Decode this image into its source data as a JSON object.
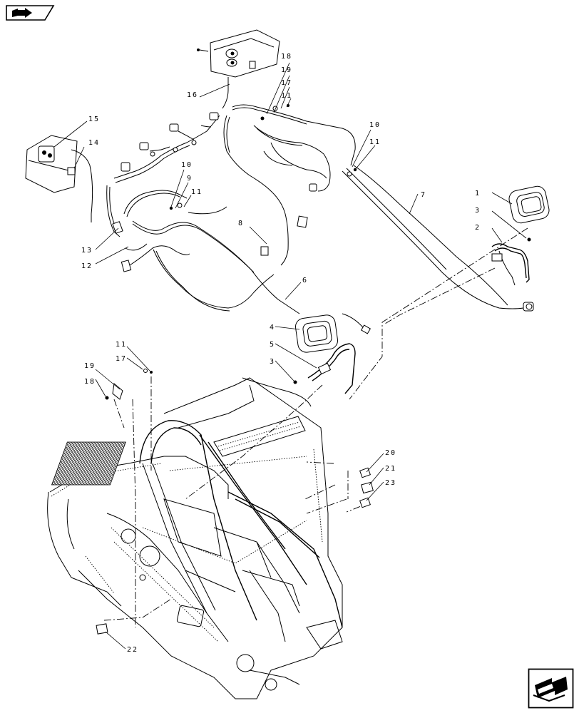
{
  "diagram": {
    "callouts": [
      "1",
      "2",
      "3",
      "4",
      "5",
      "6",
      "7",
      "8",
      "9",
      "10",
      "11",
      "12",
      "13",
      "14",
      "15",
      "16",
      "17",
      "18",
      "19",
      "20",
      "21",
      "22",
      "23"
    ],
    "left_column_labels": {
      "top_group": [
        "18",
        "19",
        "17",
        "11"
      ],
      "right_group": [
        "10",
        "11"
      ],
      "lamp_right": [
        "1",
        "3",
        "2"
      ],
      "mid_left": [
        "10",
        "9",
        "11"
      ],
      "left_bottom": [
        "13",
        "12"
      ],
      "lamp_left": [
        "4",
        "5",
        "3"
      ],
      "chassis_left": [
        "11",
        "17",
        "19",
        "18"
      ],
      "chassis_right": [
        "20",
        "21",
        "23"
      ],
      "chassis_bottom": [
        "22"
      ]
    }
  },
  "icons": {
    "top_left": "previous-page-icon",
    "bottom_right": "next-page-icon"
  }
}
